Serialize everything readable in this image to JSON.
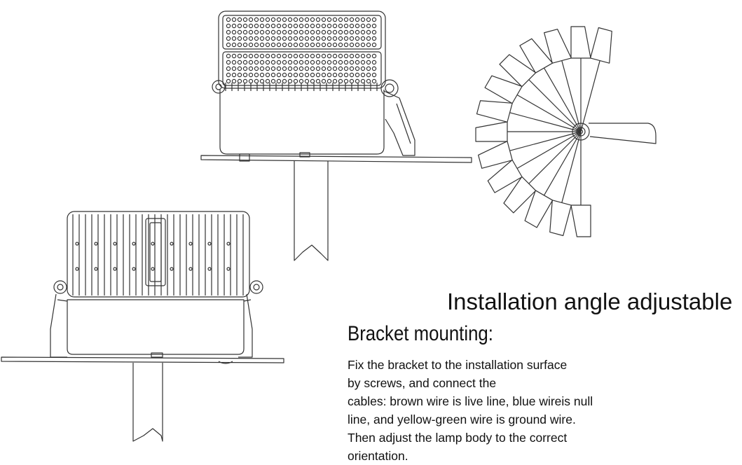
{
  "heading": "Installation angle adjustable",
  "subheading": "Bracket mounting:",
  "body_lines": [
    "Fix the bracket to the installation surface",
    "by screws, and connect the",
    "cables: brown wire is live line, blue wireis null",
    "line, and yellow-green wire is ground wire.",
    "Then adjust the lamp body to the correct",
    "orientation."
  ],
  "colors": {
    "line": "#333333",
    "background": "#ffffff",
    "text": "#111111"
  }
}
